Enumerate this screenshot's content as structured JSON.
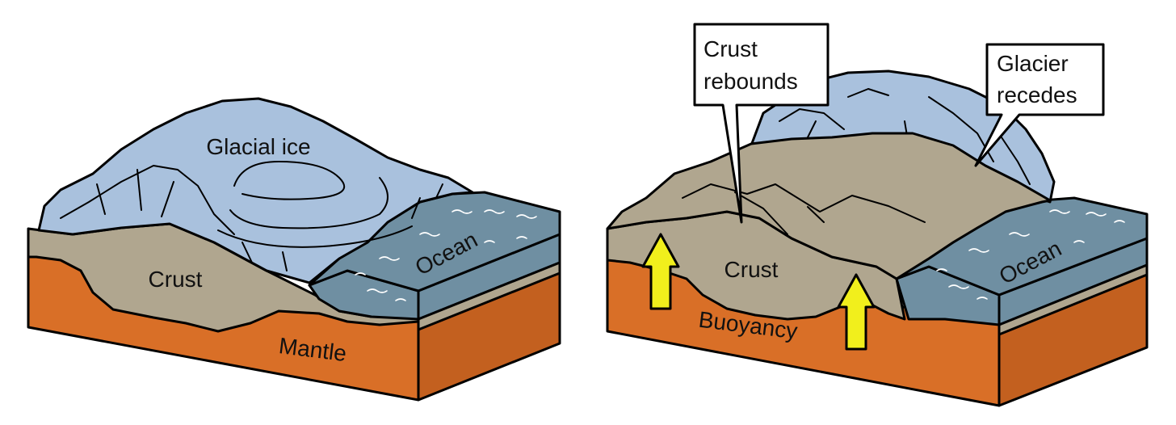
{
  "left_panel": {
    "glacial_ice_label": "Glacial ice",
    "crust_label": "Crust",
    "ocean_label": "Ocean",
    "mantle_label": "Mantle"
  },
  "right_panel": {
    "crust_label": "Crust",
    "ocean_label": "Ocean",
    "buoyancy_label": "Buoyancy",
    "callout_crust_line1": "Crust",
    "callout_crust_line2": "rebounds",
    "callout_glacier_line1": "Glacier",
    "callout_glacier_line2": "recedes"
  },
  "colors": {
    "ice": "#a9c1dd",
    "crust": "#b0a68f",
    "mantle": "#d96f27",
    "mantle_side": "#c3601f",
    "ocean": "#6f8fa2",
    "arrow": "#f1ef1c"
  }
}
